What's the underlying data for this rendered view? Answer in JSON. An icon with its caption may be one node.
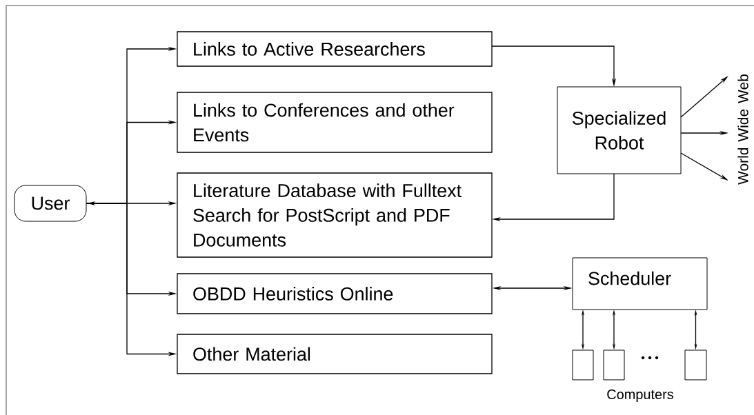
{
  "diagram": {
    "nodes": [
      {
        "text": [
          "User"
        ]
      },
      {
        "text": [
          "Links to Active Researchers"
        ]
      },
      {
        "text": [
          "Links to Conferences and other Events"
        ]
      },
      {
        "text": [
          "Literature Database with Fulltext Search for PostScript and PDF Documents"
        ]
      },
      {
        "text": [
          "OBDD Heuristics Online"
        ]
      },
      {
        "text": [
          "Other Material"
        ]
      },
      {
        "text": [
          "Specialized Robot"
        ]
      },
      {
        "text": [
          "World Wide Web"
        ]
      },
      {
        "text": [
          "Scheduler"
        ]
      },
      {
        "text": [],
        "shape": "box"
      },
      {
        "text": [],
        "shape": "box"
      },
      {
        "text": [],
        "shape": "box"
      }
    ],
    "edges": [
      {
        "from": 0,
        "to": 1,
        "arrow": "to"
      },
      {
        "from": 0,
        "to": 2,
        "arrow": "to"
      },
      {
        "from": 0,
        "to": 3,
        "arrow": "both"
      },
      {
        "from": 0,
        "to": 4,
        "arrow": "to"
      },
      {
        "from": 0,
        "to": 5,
        "arrow": "to"
      },
      {
        "from": 1,
        "to": 6,
        "arrow": "to"
      },
      {
        "from": 6,
        "to": 3,
        "arrow": "to"
      },
      {
        "from": 6,
        "to": 7,
        "arrow": "to"
      },
      {
        "from": 6,
        "to": 7,
        "arrow": "to"
      },
      {
        "from": 6,
        "to": 7,
        "arrow": "to"
      },
      {
        "from": 4,
        "to": 8,
        "arrow": "both"
      },
      {
        "from": 8,
        "to": 9,
        "arrow": "both"
      },
      {
        "from": 8,
        "to": 10,
        "arrow": "both"
      },
      {
        "from": 8,
        "to": 11,
        "arrow": "both"
      }
    ],
    "labels": [
      "Computers"
    ]
  }
}
